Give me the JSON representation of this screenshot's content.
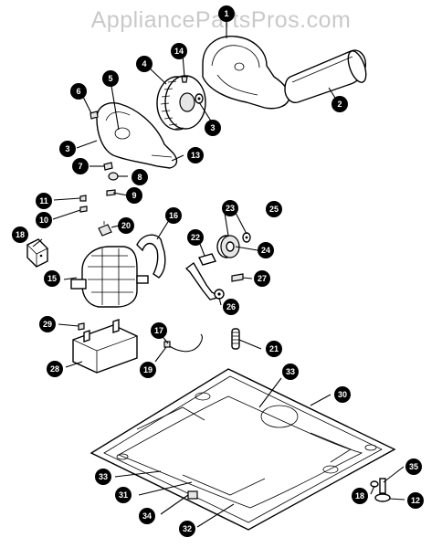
{
  "watermark": "AppliancePartsPros.com",
  "callouts": [
    {
      "id": "c1",
      "label": "1"
    },
    {
      "id": "c14",
      "label": "14"
    },
    {
      "id": "c4",
      "label": "4"
    },
    {
      "id": "c3a",
      "label": "3"
    },
    {
      "id": "c2",
      "label": "2"
    },
    {
      "id": "c6",
      "label": "6"
    },
    {
      "id": "c5",
      "label": "5"
    },
    {
      "id": "c3b",
      "label": "3"
    },
    {
      "id": "c13",
      "label": "13"
    },
    {
      "id": "c7",
      "label": "7"
    },
    {
      "id": "c8",
      "label": "8"
    },
    {
      "id": "c9",
      "label": "9"
    },
    {
      "id": "c11",
      "label": "11"
    },
    {
      "id": "c10",
      "label": "10"
    },
    {
      "id": "c20",
      "label": "20"
    },
    {
      "id": "c16",
      "label": "16"
    },
    {
      "id": "c23",
      "label": "23"
    },
    {
      "id": "c25",
      "label": "25"
    },
    {
      "id": "c22",
      "label": "22"
    },
    {
      "id": "c24",
      "label": "24"
    },
    {
      "id": "c18a",
      "label": "18"
    },
    {
      "id": "c27",
      "label": "27"
    },
    {
      "id": "c15",
      "label": "15"
    },
    {
      "id": "c26",
      "label": "26"
    },
    {
      "id": "c29",
      "label": "29"
    },
    {
      "id": "c17",
      "label": "17"
    },
    {
      "id": "c21",
      "label": "21"
    },
    {
      "id": "c28",
      "label": "28"
    },
    {
      "id": "c19",
      "label": "19"
    },
    {
      "id": "c33a",
      "label": "33"
    },
    {
      "id": "c30",
      "label": "30"
    },
    {
      "id": "c35",
      "label": "35"
    },
    {
      "id": "c33b",
      "label": "33"
    },
    {
      "id": "c31",
      "label": "31"
    },
    {
      "id": "c18b",
      "label": "18"
    },
    {
      "id": "c12",
      "label": "12"
    },
    {
      "id": "c34",
      "label": "34"
    },
    {
      "id": "c32",
      "label": "32"
    }
  ]
}
